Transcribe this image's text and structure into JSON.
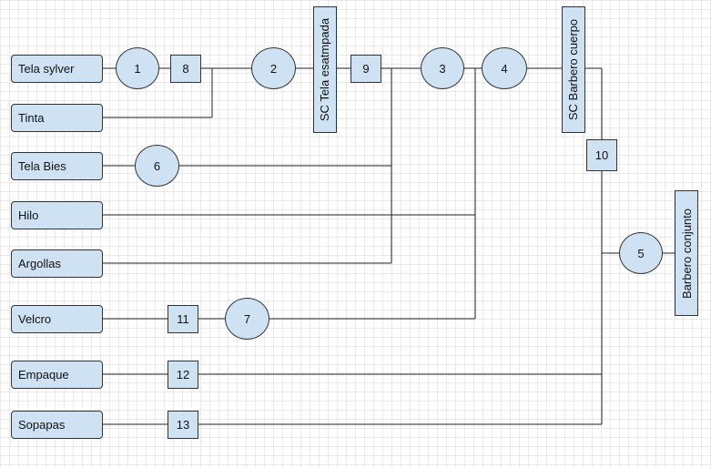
{
  "materials": [
    {
      "label": "Tela sylver"
    },
    {
      "label": "Tinta"
    },
    {
      "label": "Tela Bies"
    },
    {
      "label": "Hilo"
    },
    {
      "label": "Argollas"
    },
    {
      "label": "Velcro"
    },
    {
      "label": "Empaque"
    },
    {
      "label": "Sopapas"
    }
  ],
  "operations": {
    "op1": "1",
    "op2": "2",
    "op3": "3",
    "op4": "4",
    "op5": "5",
    "op6": "6",
    "op7": "7"
  },
  "inspections": {
    "i8": "8",
    "i9": "9",
    "i10": "10",
    "i11": "11",
    "i12": "12",
    "i13": "13"
  },
  "subassemblies": {
    "sc_tela": "SC Tela esatmpada",
    "sc_barbero": "SC Barbero cuerpo",
    "barbero_conjunto": "Barbero conjunto"
  },
  "colors": {
    "node_fill": "#cfe2f3",
    "node_stroke": "#333333",
    "line": "#222222",
    "grid": "#e9e9e9"
  }
}
